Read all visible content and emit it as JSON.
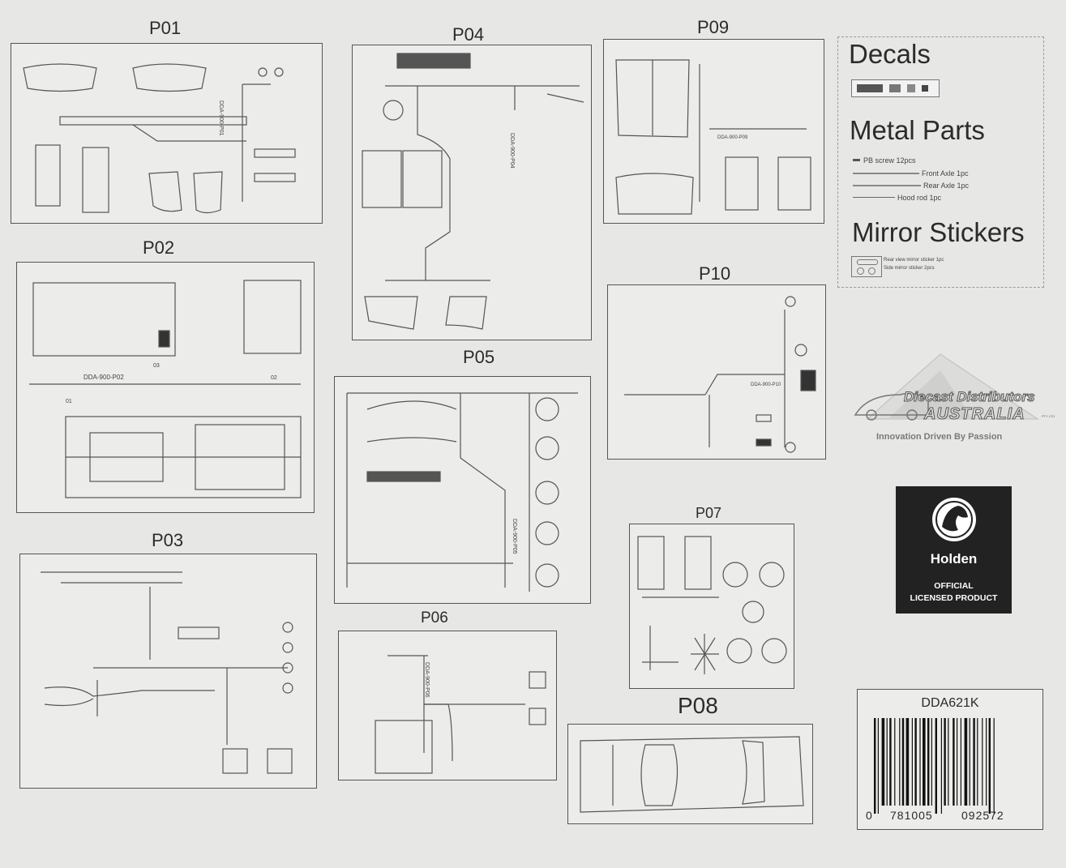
{
  "panels": {
    "p01": {
      "title": "P01",
      "code": "DDA-900-P01"
    },
    "p02": {
      "title": "P02",
      "code": "DDA-900-P02",
      "tags": [
        "03",
        "02",
        "01"
      ]
    },
    "p03": {
      "title": "P03"
    },
    "p04": {
      "title": "P04",
      "code": "DDA-900-P04"
    },
    "p05": {
      "title": "P05",
      "code": "DDA-900-P05"
    },
    "p06": {
      "title": "P06",
      "code": "DDA-900-P06"
    },
    "p07": {
      "title": "P07"
    },
    "p08": {
      "title": "P08"
    },
    "p09": {
      "title": "P09",
      "code": "DDA-900-P09"
    },
    "p10": {
      "title": "P10",
      "code": "DDA-900-P10"
    }
  },
  "decals": {
    "title": "Decals"
  },
  "metal_parts": {
    "title": "Metal Parts",
    "items": [
      "PB screw 12pcs",
      "Front Axle 1pc",
      "Rear Axle 1pc",
      "Hood rod 1pc"
    ]
  },
  "mirror_stickers": {
    "title": "Mirror Stickers",
    "items": [
      "Rear view mirror sticker 1pc",
      "Side mirror sticker 2pcs"
    ]
  },
  "brand": {
    "line1": "Diecast Distributors",
    "line2": "AUSTRALIA",
    "suffix": "PTY LTD",
    "tagline": "Innovation Driven By Passion"
  },
  "holden": {
    "name": "Holden",
    "line1": "OFFICIAL",
    "line2": "LICENSED PRODUCT"
  },
  "barcode": {
    "sku": "DDA621K",
    "digit_left": "0",
    "group1": "781005",
    "group2": "092572"
  }
}
